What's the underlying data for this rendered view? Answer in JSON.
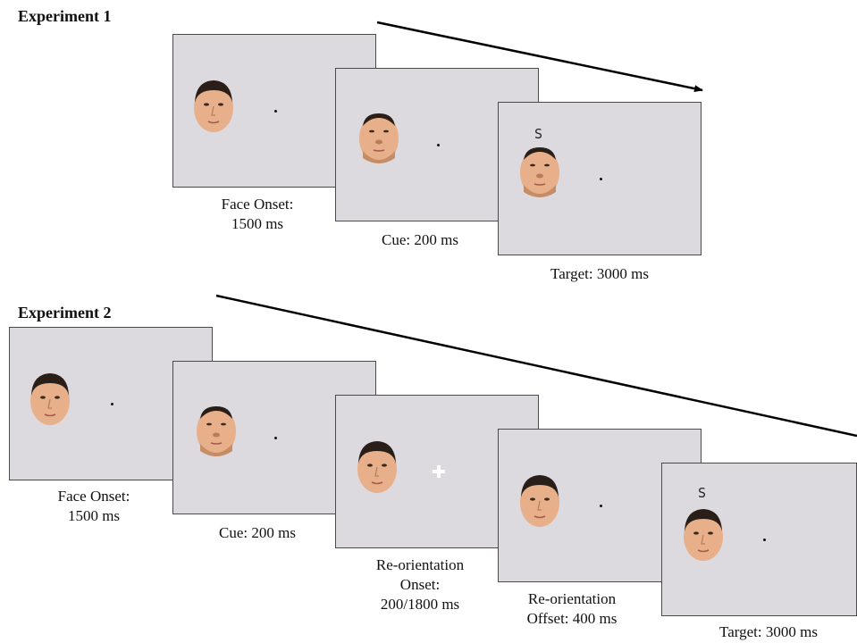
{
  "experiments": [
    {
      "title": "Experiment 1",
      "frames": [
        {
          "caption_lines": [
            "Face Onset:",
            "1500 ms"
          ],
          "fixation": "dot",
          "face": "direct-face-icon"
        },
        {
          "caption_lines": [
            "Cue: 200 ms"
          ],
          "fixation": "dot",
          "face": "head-tilted-up-face-icon"
        },
        {
          "caption_lines": [
            "Target: 3000 ms"
          ],
          "fixation": "dot",
          "face": "head-tilted-up-face-icon",
          "target_letter": "S"
        }
      ]
    },
    {
      "title": "Experiment 2",
      "frames": [
        {
          "caption_lines": [
            "Face Onset:",
            "1500 ms"
          ],
          "fixation": "dot",
          "face": "direct-face-icon"
        },
        {
          "caption_lines": [
            "Cue: 200 ms"
          ],
          "fixation": "dot",
          "face": "head-tilted-up-face-icon"
        },
        {
          "caption_lines": [
            "Re-orientation",
            "Onset:",
            "200/1800 ms"
          ],
          "fixation": "cross",
          "face": "direct-face-icon"
        },
        {
          "caption_lines": [
            "Re-orientation",
            "Offset: 400 ms"
          ],
          "fixation": "dot",
          "face": "direct-face-icon"
        },
        {
          "caption_lines": [
            "Target: 3000 ms"
          ],
          "fixation": "dot",
          "face": "direct-face-icon",
          "target_letter": "S"
        }
      ]
    }
  ],
  "colors": {
    "screen_bg": "#dcd9df",
    "screen_border": "#4a4a4a",
    "arrow": "#000000",
    "skin": "#e7b08a",
    "hair": "#2a1f18"
  }
}
